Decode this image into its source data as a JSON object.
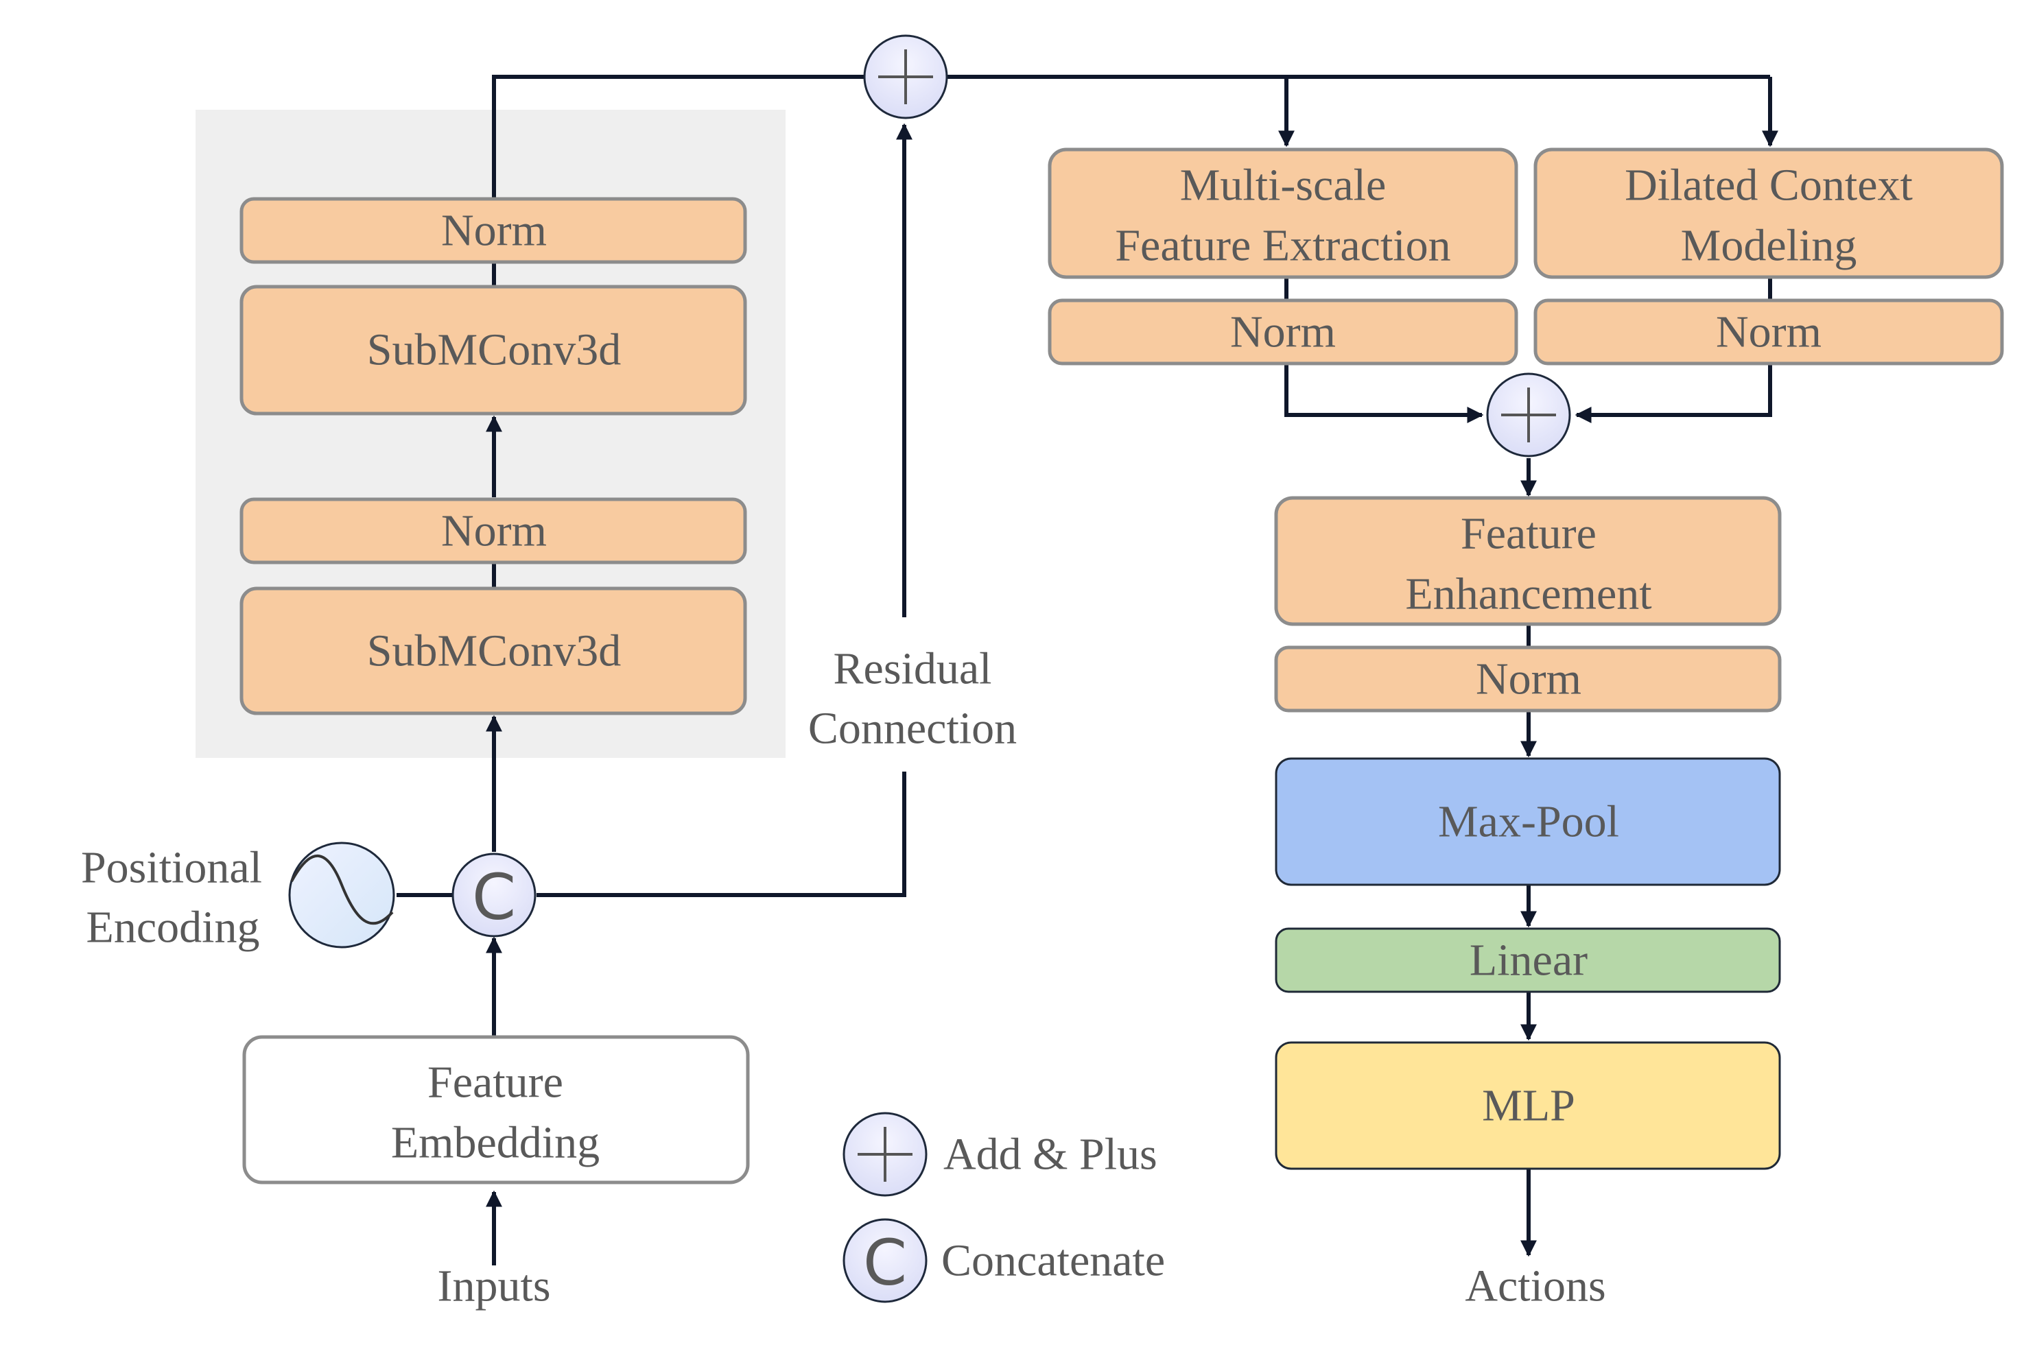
{
  "colors": {
    "module": "#F8CBA0",
    "module_border": "#8C8C8C",
    "panel": "#EFEFEF",
    "maxpool": "#A4C2F4",
    "linear": "#B6D7A8",
    "mlp": "#FFE599",
    "symbol_fill": "#E6E6F8",
    "wire": "#0F172A",
    "text": "#595959"
  },
  "left_branch": {
    "norm_top": "Norm",
    "submconv_top": "SubMConv3d",
    "norm_bottom": "Norm",
    "submconv_bottom": "SubMConv3d",
    "embedding": [
      "Feature",
      "Embedding"
    ],
    "inputs": "Inputs",
    "positional_encoding": [
      "Positional",
      "Encoding"
    ],
    "residual_connection": [
      "Residual",
      "Connection"
    ]
  },
  "right_branch": {
    "multiscale": [
      "Multi-scale",
      "Feature Extraction"
    ],
    "dilated": [
      "Dilated Context",
      "Modeling"
    ],
    "norm_left": "Norm",
    "norm_right": "Norm",
    "enhancement": [
      "Feature",
      "Enhancement"
    ],
    "norm_enh": "Norm",
    "maxpool": "Max-Pool",
    "linear": "Linear",
    "mlp": "MLP",
    "actions": "Actions"
  },
  "legend": {
    "add_label": "Add & Plus",
    "concat_label": "Concatenate",
    "concat_symbol": "C"
  },
  "icons": {
    "add": "plus-circle-icon",
    "concat": "c-circle-icon",
    "positional": "sine-wave-icon"
  }
}
